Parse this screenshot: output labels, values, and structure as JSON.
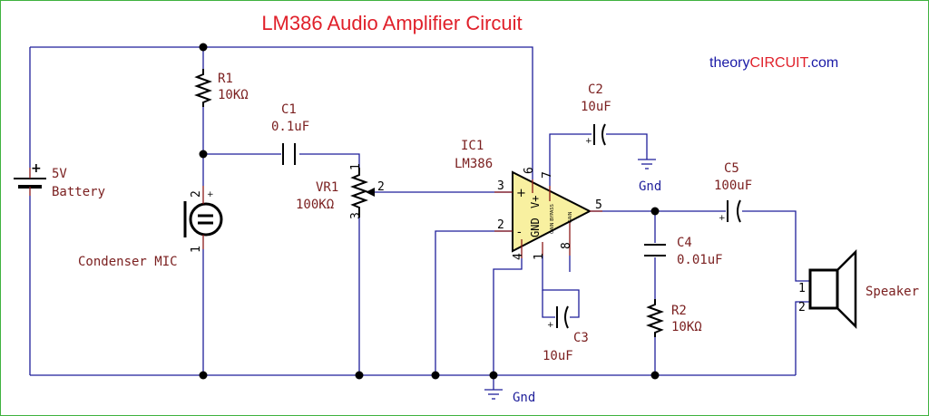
{
  "title": "LM386 Audio Amplifier Circuit",
  "brand": {
    "prefix": "theory",
    "main": "CIRCUIT",
    "suffix": ".com",
    "prefix_color": "#1a1aa6",
    "main_color": "#e0202a"
  },
  "components": {
    "battery": {
      "value": "5V",
      "name": "Battery",
      "plus": "+"
    },
    "r1": {
      "ref": "R1",
      "value": "10KΩ"
    },
    "c1": {
      "ref": "C1",
      "value": "0.1uF"
    },
    "mic": {
      "name": "Condenser MIC",
      "pin1": "1",
      "pin2": "2",
      "plus": "+"
    },
    "vr1": {
      "ref": "VR1",
      "value": "100KΩ",
      "pin1": "1",
      "pin2": "2",
      "pin3": "3"
    },
    "ic1": {
      "ref": "IC1",
      "part": "LM386",
      "pin1": "1",
      "pin2": "2",
      "pin3": "3",
      "pin4": "4",
      "pin5": "5",
      "pin6": "6",
      "pin7": "7",
      "pin8": "8",
      "plus": "+",
      "minus": "-",
      "gnd": "GND",
      "vplus": "V+",
      "gain_bypass": "GAIN BYPASS",
      "gain": "GAIN"
    },
    "c2": {
      "ref": "C2",
      "value": "10uF",
      "plus": "+"
    },
    "c3": {
      "ref": "C3",
      "value": "10uF",
      "plus": "+"
    },
    "c4": {
      "ref": "C4",
      "value": "0.01uF"
    },
    "c5": {
      "ref": "C5",
      "value": "100uF",
      "plus": "+"
    },
    "r2": {
      "ref": "R2",
      "value": "10KΩ"
    },
    "speaker": {
      "name": "Speaker",
      "pin1": "1",
      "pin2": "2"
    }
  },
  "grounds": {
    "top": "Gnd",
    "bottom": "Gnd"
  }
}
